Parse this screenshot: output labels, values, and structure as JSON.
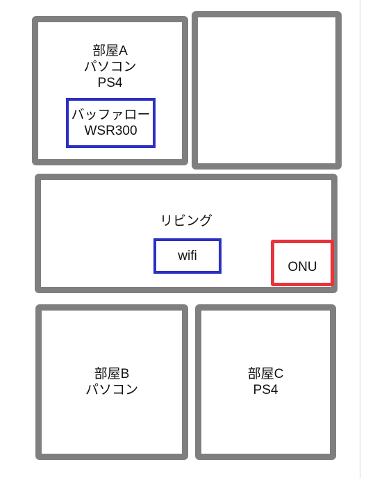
{
  "rooms": {
    "room_a": {
      "name": "部屋A",
      "items": [
        "パソコン",
        "PS4"
      ]
    },
    "empty_room": {},
    "living": {
      "name": "リビング"
    },
    "room_b": {
      "name": "部屋B",
      "items": [
        "パソコン"
      ]
    },
    "room_c": {
      "name": "部屋C",
      "items": [
        "PS4"
      ]
    }
  },
  "devices": {
    "buffalo": {
      "line1": "バッファロー",
      "line2": "WSR300"
    },
    "wifi": {
      "label": "wifi"
    },
    "onu": {
      "label": "ONU"
    }
  },
  "colors": {
    "wall": "#7f7f7f",
    "router_border": "#2b2fc4",
    "onu_border": "#e8333b"
  }
}
